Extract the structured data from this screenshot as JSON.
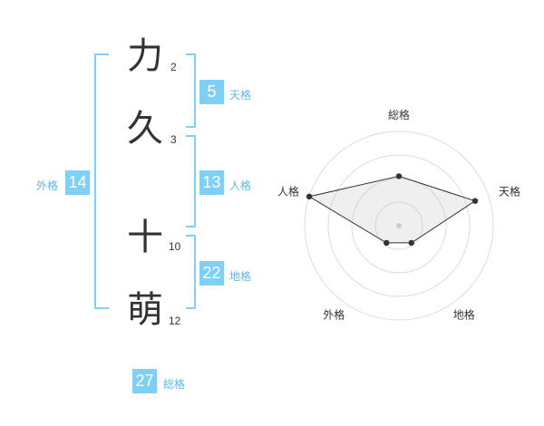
{
  "name": {
    "chars": [
      {
        "char": "力",
        "strokes": "2"
      },
      {
        "char": "久",
        "strokes": "3"
      },
      {
        "char": "十",
        "strokes": "10"
      },
      {
        "char": "萌",
        "strokes": "12"
      }
    ]
  },
  "fortune": {
    "tenkaku": {
      "value": "5",
      "label": "天格"
    },
    "jinkaku": {
      "value": "13",
      "label": "人格"
    },
    "chikaku": {
      "value": "22",
      "label": "地格"
    },
    "gaikaku": {
      "value": "14",
      "label": "外格"
    },
    "soukaku": {
      "value": "27",
      "label": "総格"
    }
  },
  "colors": {
    "accent": "#7fcff6",
    "bracket": "#7fcff6",
    "label": "#5cb8e6"
  },
  "chart_data": {
    "type": "radar",
    "axes": [
      "総格",
      "天格",
      "地格",
      "外格",
      "人格"
    ],
    "values": [
      2.1,
      3.4,
      0.9,
      0.9,
      4.0
    ],
    "max": 4,
    "rings": 4
  }
}
